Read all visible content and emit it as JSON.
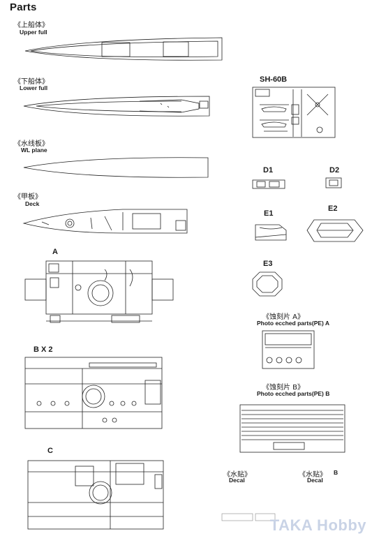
{
  "page": {
    "title": "Parts"
  },
  "hull": [
    {
      "cn": "《上船体》",
      "en": "Upper full"
    },
    {
      "cn": "《下船体》",
      "en": "Lower full"
    },
    {
      "cn": "《水线板》",
      "en": "WL plane"
    },
    {
      "cn": "《甲板》",
      "en": "Deck"
    }
  ],
  "sprues": {
    "a": "A",
    "b": "B X 2",
    "c": "C",
    "sh60b": "SH-60B",
    "d1": "D1",
    "d2": "D2",
    "e1": "E1",
    "e2": "E2",
    "e3": "E3"
  },
  "pe": [
    {
      "cn": "《蚀刻片  A》",
      "en": "Photo ecched parts(PE) A"
    },
    {
      "cn": "《蚀刻片  B》",
      "en": "Photo ecched parts(PE) B"
    }
  ],
  "decals": [
    {
      "cn": "《水贴》",
      "en": "Decal",
      "suffix": ""
    },
    {
      "cn": "《水贴》",
      "en": "Decal",
      "suffix": "B"
    }
  ],
  "watermark": "TAKA Hobby",
  "colors": {
    "ink": "#1a1a1a",
    "watermark": "#c9d3e6"
  }
}
